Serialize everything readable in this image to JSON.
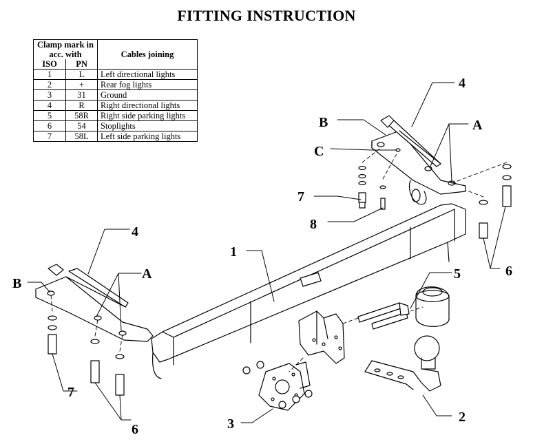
{
  "title": "FITTING INSTRUCTION",
  "table": {
    "header_clamp": "Clamp mark in acc. with",
    "header_iso": "ISO",
    "header_pn": "PN",
    "header_cables": "Cables joining",
    "rows": [
      {
        "iso": "1",
        "pn": "L",
        "cable": "Left directional lights"
      },
      {
        "iso": "2",
        "pn": "+",
        "cable": "Rear fog lights"
      },
      {
        "iso": "3",
        "pn": "31",
        "cable": "Ground"
      },
      {
        "iso": "4",
        "pn": "R",
        "cable": "Right directional lights"
      },
      {
        "iso": "5",
        "pn": "58R",
        "cable": "Right side parking lights"
      },
      {
        "iso": "6",
        "pn": "54",
        "cable": "Stoplights"
      },
      {
        "iso": "7",
        "pn": "58L",
        "cable": "Left side parking lights"
      }
    ]
  },
  "labels": {
    "one": "1",
    "two": "2",
    "three": "3",
    "four_right": "4",
    "four_left": "4",
    "five": "5",
    "six_right": "6",
    "six_left": "6",
    "seven_right": "7",
    "seven_left": "7",
    "eight": "8",
    "a_right": "A",
    "a_left": "A",
    "b_right": "B",
    "b_left": "B",
    "c": "C"
  }
}
